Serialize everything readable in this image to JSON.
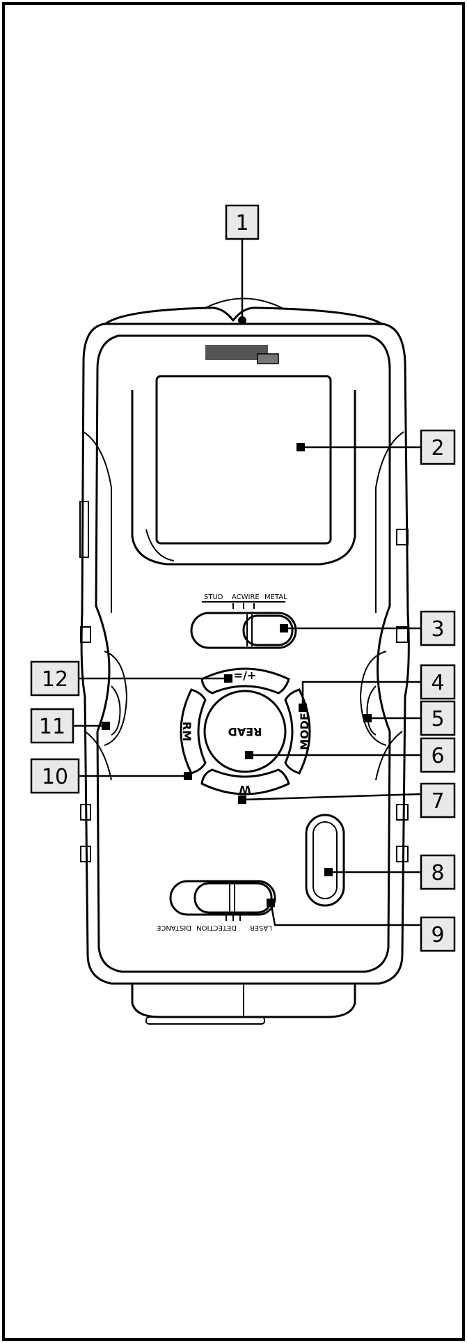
{
  "device": {
    "buttons": {
      "plus_minus": "=/+",
      "read": "READ",
      "mode": "MODE",
      "rm": "RM",
      "bottom": "W"
    },
    "mode_switch_labels": [
      "STUD",
      "ACWIRE",
      "METAL"
    ],
    "laser_switch_labels": [
      "LASER",
      "DETECTION",
      "DISTANCE"
    ]
  },
  "callouts": [
    "1",
    "2",
    "3",
    "4",
    "5",
    "6",
    "7",
    "8",
    "9",
    "10",
    "11",
    "12"
  ]
}
